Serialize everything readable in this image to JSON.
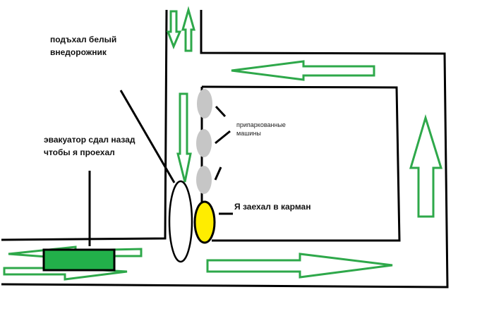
{
  "diagram": {
    "title": "Road situation sketch",
    "labels": {
      "white_suv": [
        "подъхал белый",
        "внедорожник"
      ],
      "tow_truck": [
        "эвакуатор сдал назад",
        "чтобы я проехал"
      ],
      "parked_cars": [
        "припаркованные",
        "машины"
      ],
      "me": "Я заехал в карман"
    },
    "colors": {
      "arrow": "#2ea84a",
      "tow_truck": "#22b04a",
      "my_car": "#ffed00",
      "parked_car": "#c6c6c6",
      "road": "#000000"
    },
    "objects": {
      "tow_truck": "green rectangle",
      "white_suv": "white ellipse",
      "my_car": "yellow ellipse",
      "parked_cars_count": "3"
    }
  }
}
